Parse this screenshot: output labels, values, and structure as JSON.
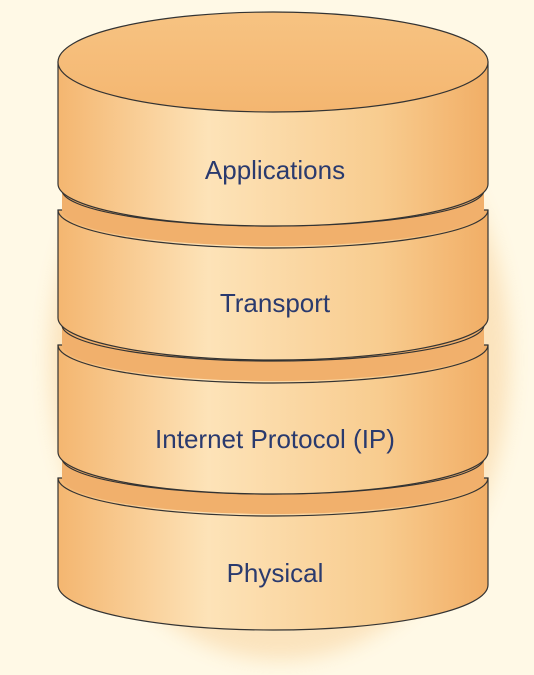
{
  "layers": [
    {
      "label": "Applications"
    },
    {
      "label": "Transport"
    },
    {
      "label": "Internet Protocol (IP)"
    },
    {
      "label": "Physical"
    }
  ],
  "colors": {
    "background": "#fff9e6",
    "cylinder_fill": "#f8cc8f",
    "cylinder_light": "#fde3b8",
    "outline": "#333333",
    "text": "#2a3a6e"
  }
}
